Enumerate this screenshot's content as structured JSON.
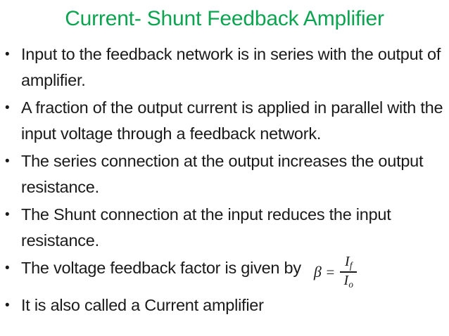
{
  "slide": {
    "title": "Current- Shunt Feedback Amplifier",
    "title_color": "#0da451",
    "body_color": "#1a1a1a",
    "background_color": "#ffffff",
    "bullet_marker": "•",
    "bullets": [
      {
        "text": "Input to the feedback network is in series with the output of amplifier."
      },
      {
        "text": "A fraction of the output current is applied in parallel with the input voltage through a feedback network."
      },
      {
        "text": "The series connection at the output increases the output resistance."
      },
      {
        "text": "The Shunt connection at the input reduces the input resistance."
      },
      {
        "text": "The voltage feedback factor is given by"
      },
      {
        "text": "It is also called a Current amplifier"
      }
    ],
    "formula": {
      "symbol": "β",
      "equals": "=",
      "numerator": "I",
      "numerator_subscript": "f",
      "denominator": "I",
      "denominator_subscript": "o",
      "plain": "β = If / Io"
    }
  }
}
